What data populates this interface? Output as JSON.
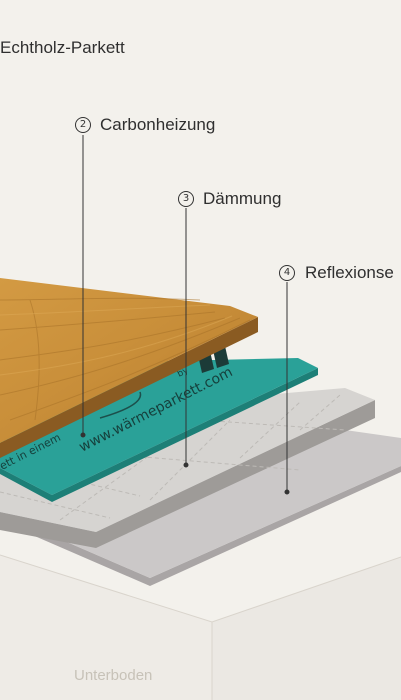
{
  "layers": {
    "parkett": {
      "label": "Echtholz-Parkett"
    },
    "carbon": {
      "number": "2",
      "label": "Carbonheizung"
    },
    "daemmung": {
      "number": "3",
      "label": "Dämmung"
    },
    "reflexion": {
      "number": "4",
      "label": "Reflexionse"
    },
    "unterboden": {
      "label": "Unterboden"
    }
  },
  "board_print": {
    "url": "www.wärmeparkett.com",
    "slogan": "ett in einem",
    "slogan_fragment": "ld",
    "by": "by"
  },
  "colors": {
    "background": "#f3f1ec",
    "wood": "#c9933f",
    "heating_film": "#2aa198",
    "insulation": "#d6d4d1",
    "reflective": "#cbc8c8",
    "subfloor": "#ebe8e3"
  }
}
